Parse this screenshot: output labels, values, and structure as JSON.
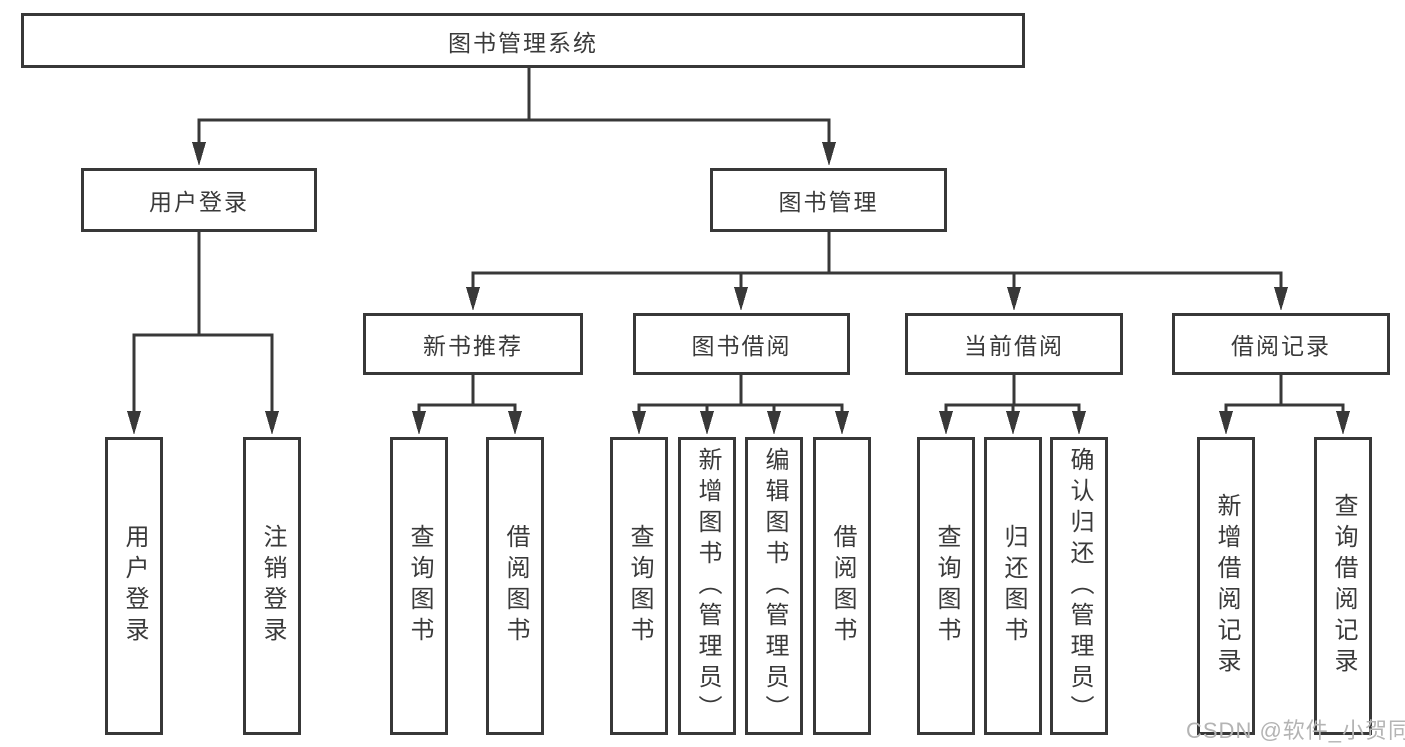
{
  "tree": {
    "root": {
      "label": "图书管理系统"
    },
    "level2": [
      {
        "label": "用户登录"
      },
      {
        "label": "图书管理"
      }
    ],
    "level3": [
      {
        "label": "新书推荐"
      },
      {
        "label": "图书借阅"
      },
      {
        "label": "当前借阅"
      },
      {
        "label": "借阅记录"
      }
    ],
    "leaves": [
      {
        "label": "用户登录"
      },
      {
        "label": "注销登录"
      },
      {
        "label": "查询图书"
      },
      {
        "label": "借阅图书"
      },
      {
        "label": "查询图书"
      },
      {
        "label": "新增图书（管理员）"
      },
      {
        "label": "编辑图书（管理员）"
      },
      {
        "label": "借阅图书"
      },
      {
        "label": "查询图书"
      },
      {
        "label": "归还图书"
      },
      {
        "label": "确认归还（管理员）"
      },
      {
        "label": "新增借阅记录"
      },
      {
        "label": "查询借阅记录"
      }
    ]
  },
  "watermark": "CSDN @软件_小贺同学",
  "colors": {
    "line": "#383838",
    "box_border": "#383838",
    "box_fill": "#ffffff",
    "text": "#3a3a3a",
    "watermark": "#b4b4b4",
    "background": "#ffffff"
  }
}
